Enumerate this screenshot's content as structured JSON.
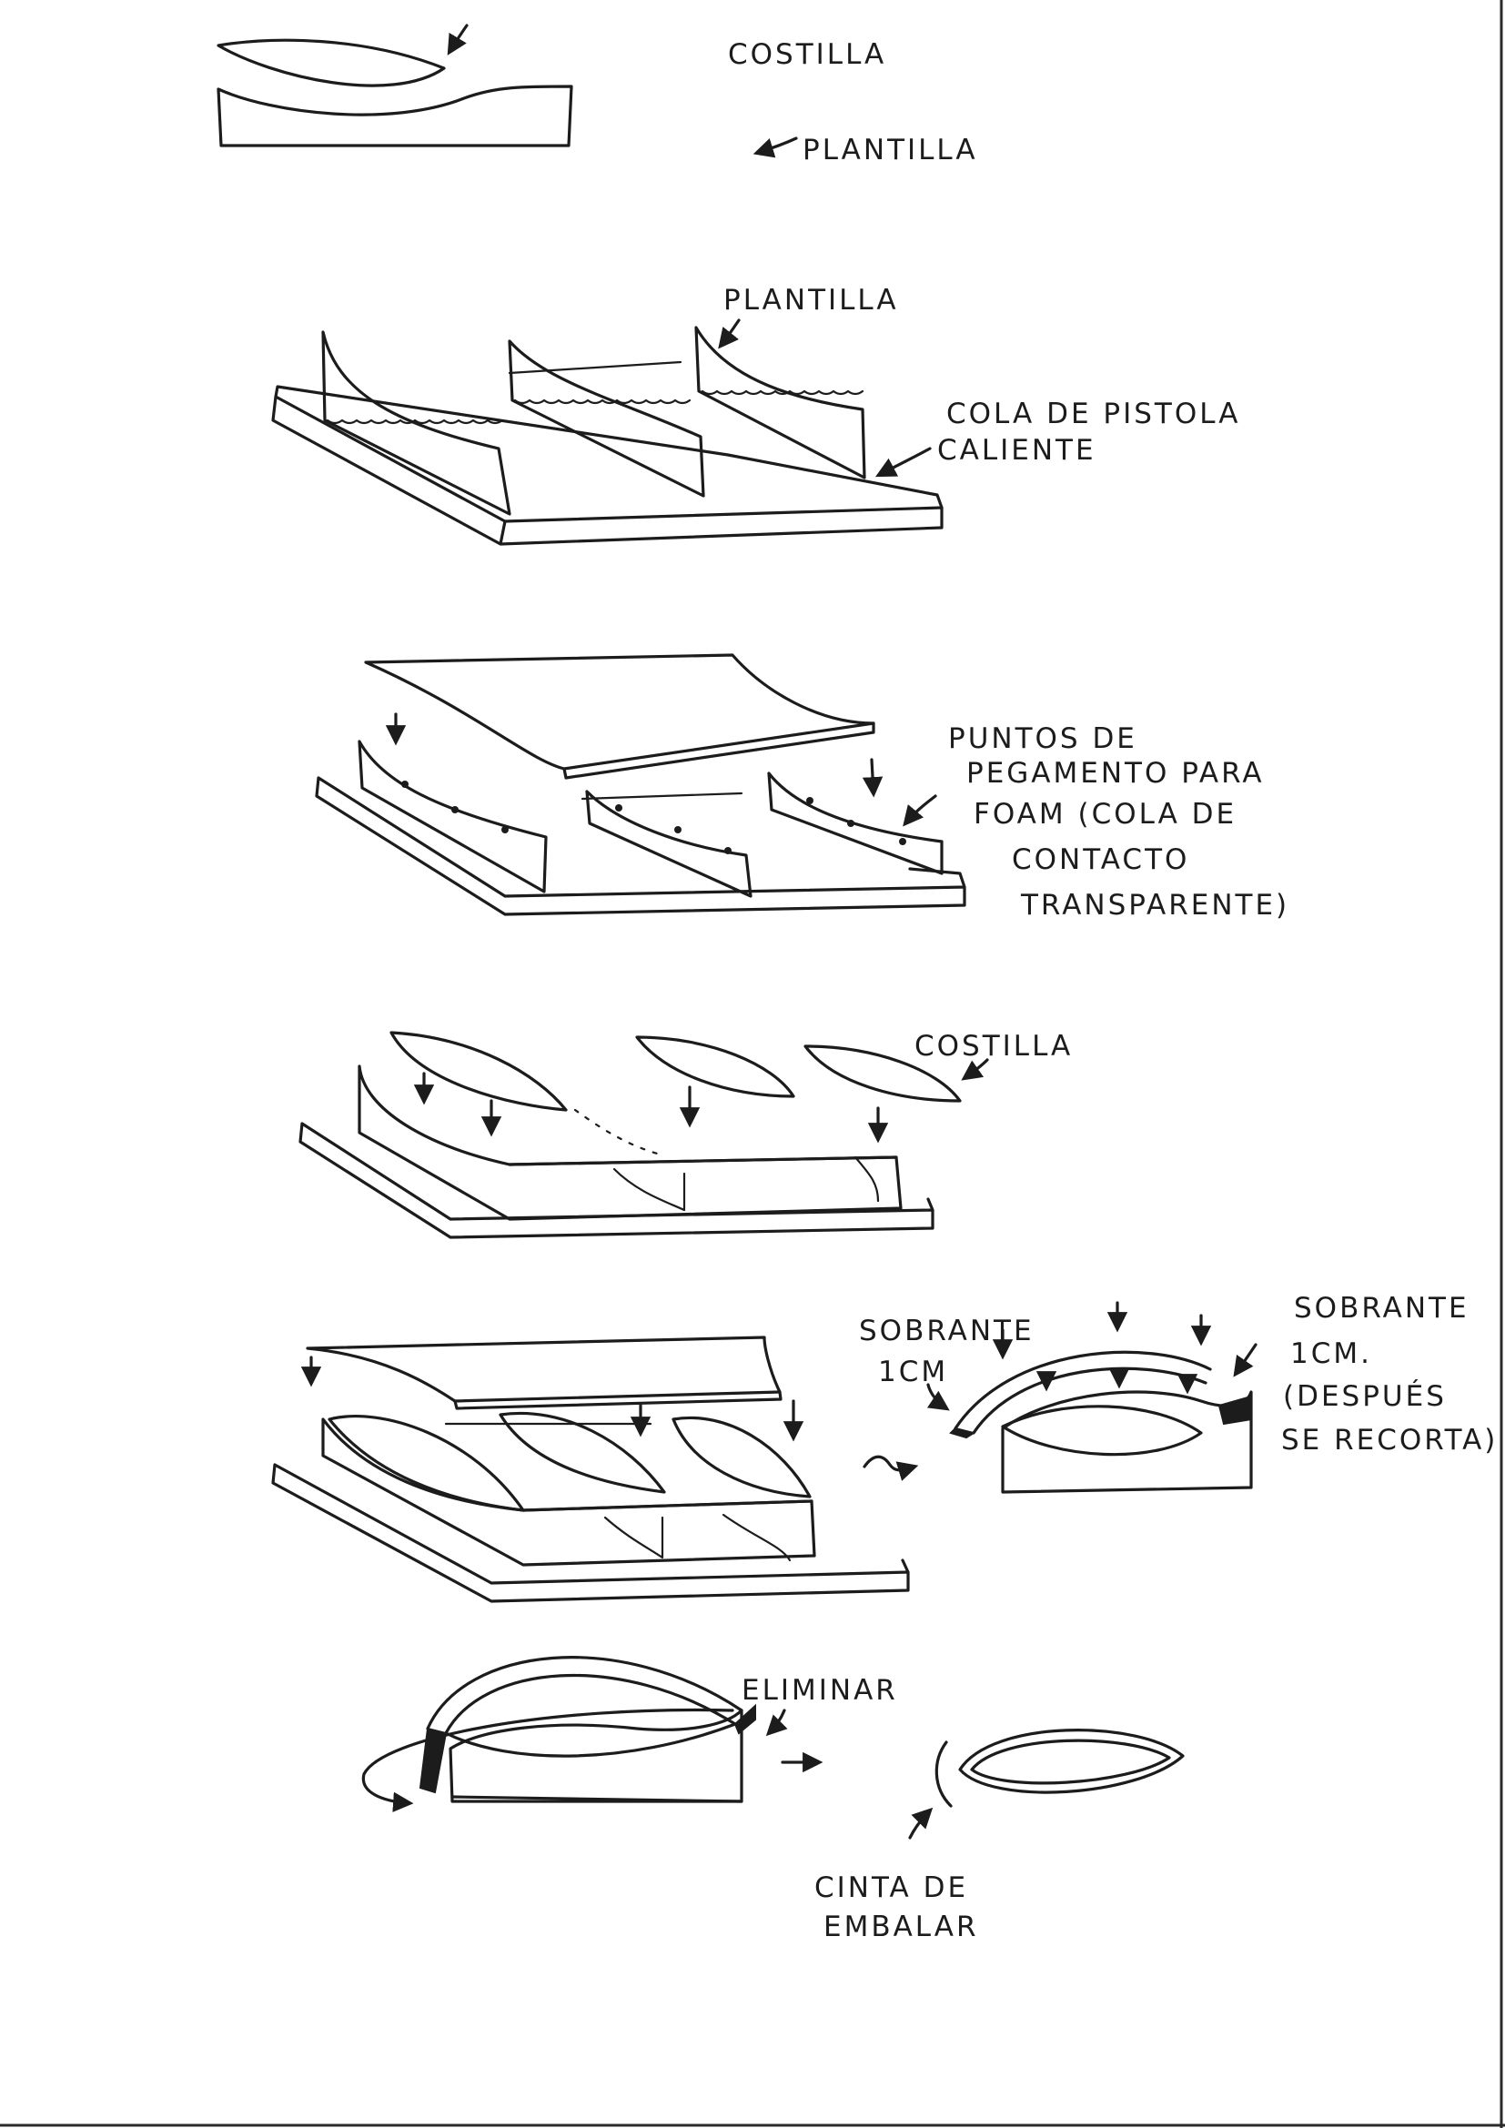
{
  "labels": {
    "costilla_1": "COSTILLA",
    "plantilla_1": "PLANTILLA",
    "plantilla_2": "PLANTILLA",
    "cola_pistola_1": "COLA DE PISTOLA",
    "cola_pistola_2": "CALIENTE",
    "puntos_1": "PUNTOS DE",
    "puntos_2": "PEGAMENTO PARA",
    "puntos_3": "FOAM (COLA DE",
    "puntos_4": "CONTACTO",
    "puntos_5": "TRANSPARENTE)",
    "costilla_2": "COSTILLA",
    "sobrante_left_1": "SOBRANTE",
    "sobrante_left_2": "1CM",
    "sobrante_right_1": "SOBRANTE",
    "sobrante_right_2": "1CM.",
    "sobrante_right_3": "(DESPUÉS",
    "sobrante_right_4": "SE RECORTA)",
    "eliminar": "ELIMINAR",
    "cinta_1": "CINTA DE",
    "cinta_2": "EMBALAR"
  }
}
